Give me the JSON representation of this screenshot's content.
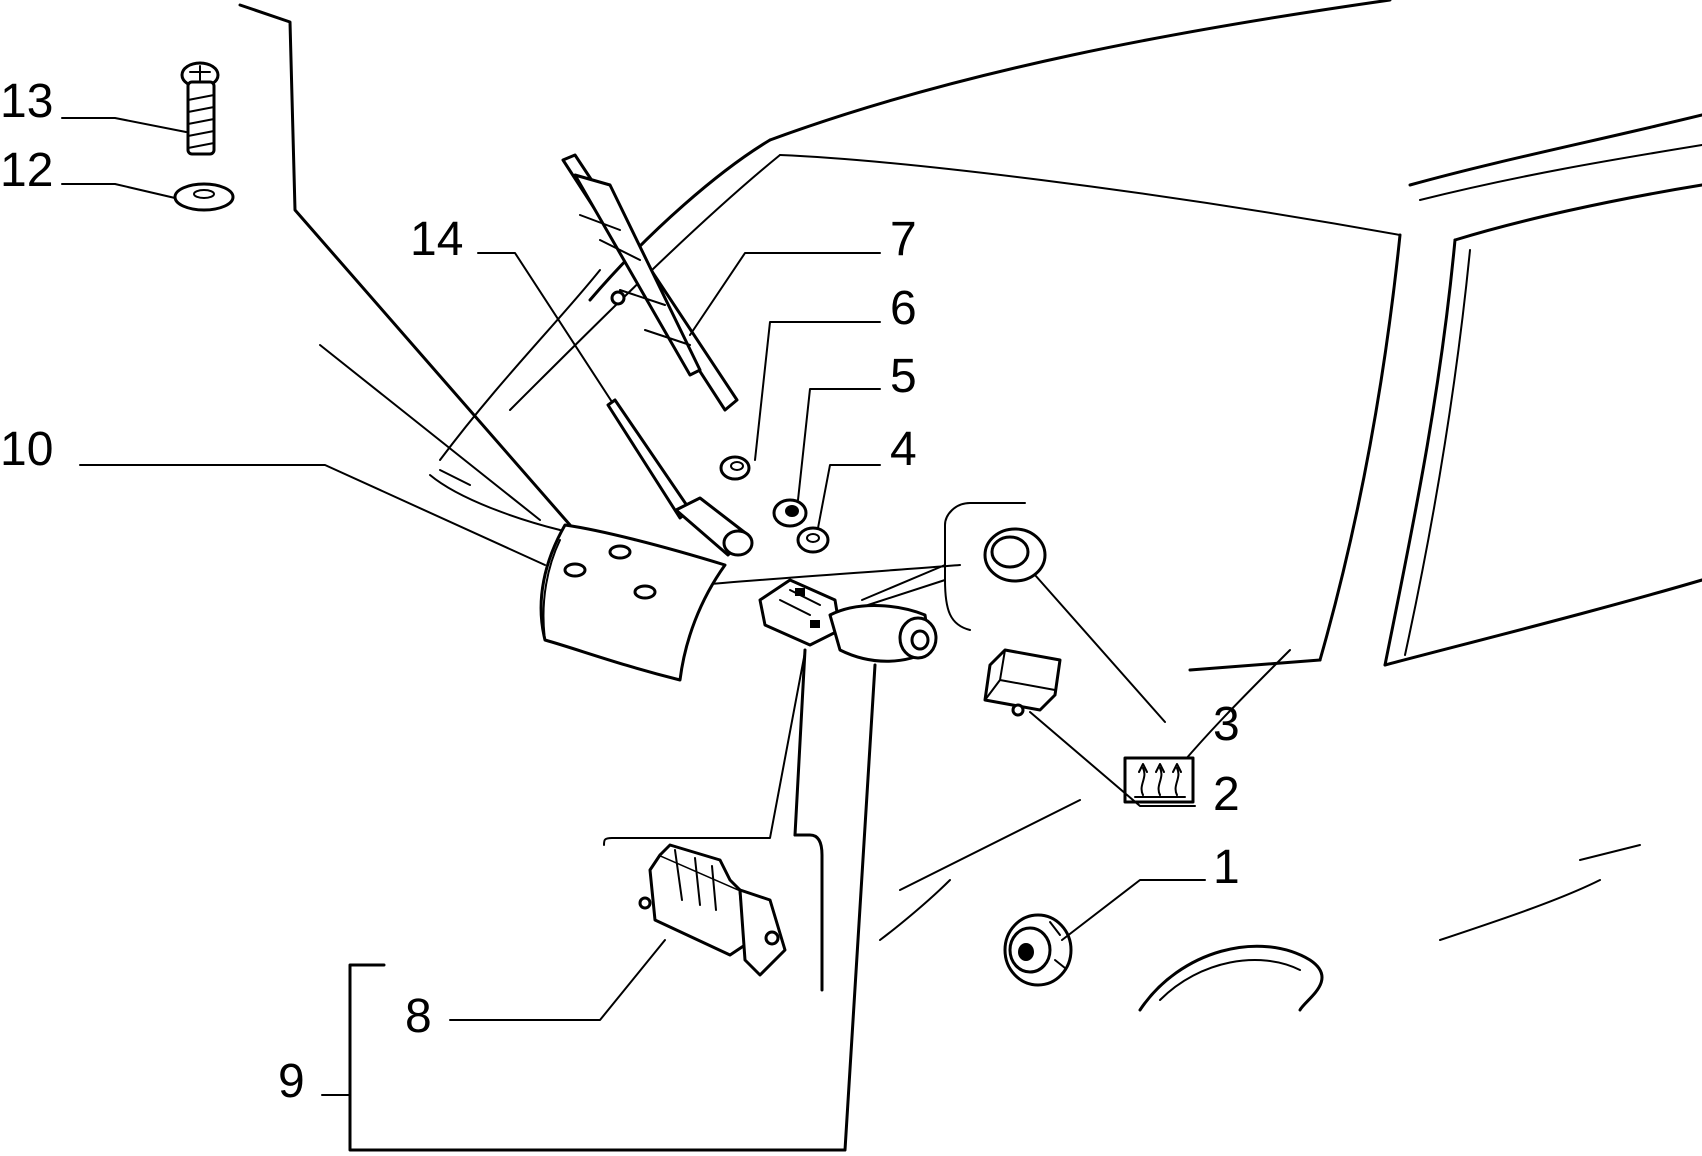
{
  "callouts": [
    {
      "id": "1",
      "part": "grommet"
    },
    {
      "id": "2",
      "part": "relay"
    },
    {
      "id": "3",
      "part": "grommet"
    },
    {
      "id": "4",
      "part": "washer"
    },
    {
      "id": "5",
      "part": "nut"
    },
    {
      "id": "6",
      "part": "cap"
    },
    {
      "id": "7",
      "part": "wiper-blade"
    },
    {
      "id": "8",
      "part": "wiper-motor-bracket"
    },
    {
      "id": "9",
      "part": "wiper-motor-assembly"
    },
    {
      "id": "10",
      "part": "cover"
    },
    {
      "id": "12",
      "part": "washer"
    },
    {
      "id": "13",
      "part": "screw"
    },
    {
      "id": "14",
      "part": "wiper-arm"
    }
  ],
  "icons": {
    "rear_defroster": "rear-window-defroster-icon"
  },
  "colors": {
    "ink": "#000000",
    "paper": "#ffffff"
  }
}
